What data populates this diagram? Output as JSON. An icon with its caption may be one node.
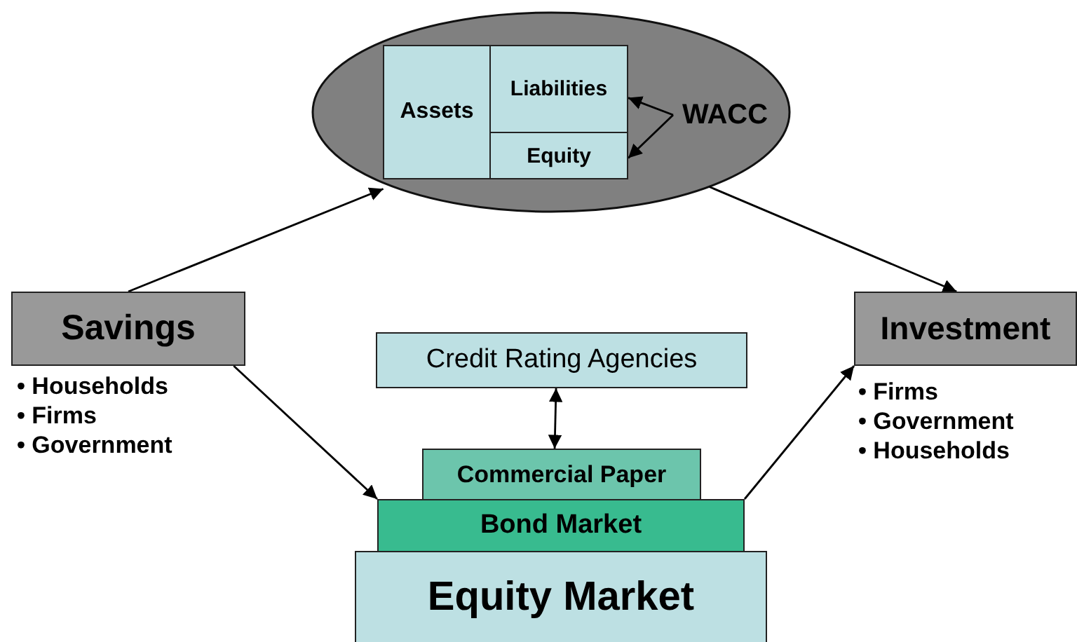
{
  "diagram": {
    "nodes": [
      {
        "text": [],
        "shape": "ellipse"
      },
      {
        "text": [
          "Assets"
        ],
        "in": 0
      },
      {
        "text": [
          "Liabilities"
        ],
        "in": 0
      },
      {
        "text": [
          "Equity"
        ],
        "in": 0
      },
      {
        "text": [
          "WACC"
        ],
        "in": 0
      },
      {
        "text": [
          "Savings"
        ],
        "beside": [
          "• Households",
          "• Firms",
          "• Government"
        ]
      },
      {
        "text": [
          "Credit Rating Agencies"
        ]
      },
      {
        "text": [
          "Investment"
        ],
        "beside": [
          "• Firms",
          "• Government",
          "• Households"
        ]
      },
      {
        "text": [
          "Commercial Paper"
        ]
      },
      {
        "text": [
          "Bond Market"
        ]
      },
      {
        "text": [
          "Equity Market"
        ]
      }
    ],
    "edges": [
      {
        "from": 4,
        "to": 2,
        "arrow": "to"
      },
      {
        "from": 4,
        "to": 3,
        "arrow": "to"
      },
      {
        "from": 5,
        "to": 0,
        "arrow": "to"
      },
      {
        "from": 0,
        "to": 7,
        "arrow": "to"
      },
      {
        "from": 5,
        "to": 9,
        "arrow": "to"
      },
      {
        "from": 9,
        "to": 7,
        "arrow": "to"
      },
      {
        "from": 6,
        "to": 8,
        "arrow": "both"
      }
    ]
  }
}
